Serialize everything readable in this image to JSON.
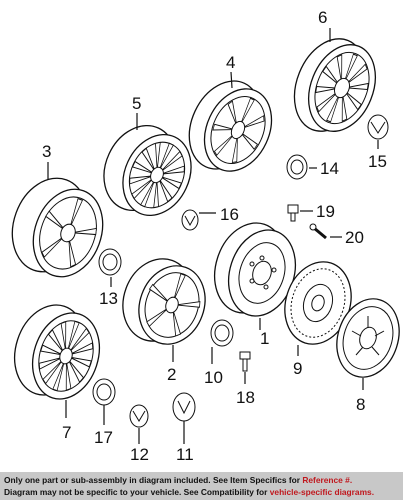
{
  "callouts": [
    "1",
    "2",
    "3",
    "4",
    "5",
    "6",
    "7",
    "8",
    "9",
    "10",
    "11",
    "12",
    "13",
    "14",
    "15",
    "16",
    "17",
    "18",
    "19",
    "20"
  ],
  "footer": {
    "line1_a": "Only one part or sub-assembly in diagram included. See Item Specifics for ",
    "line1_b": "Reference #.",
    "line2_a": "Diagram may not be specific to your vehicle. See Compatibility for ",
    "line2_b": "vehicle-specific diagrams."
  }
}
